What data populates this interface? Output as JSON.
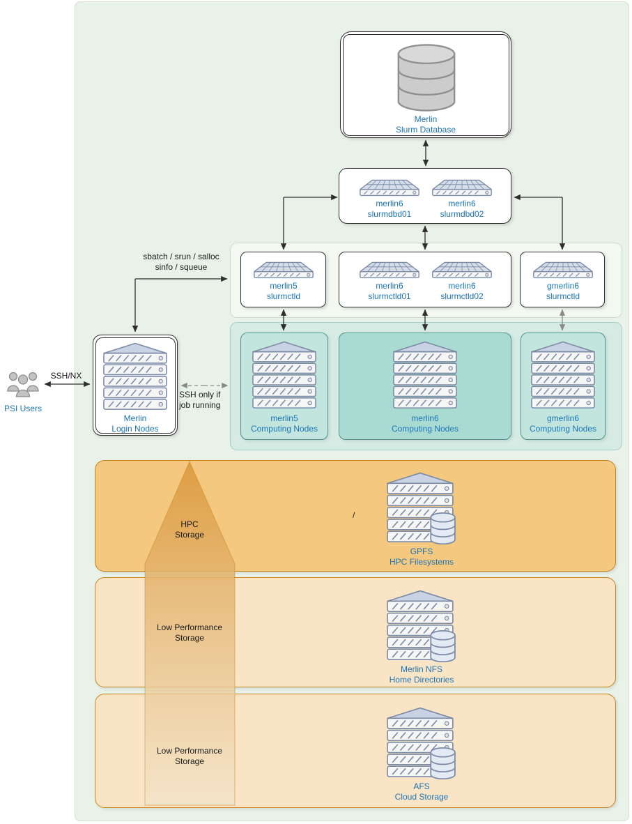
{
  "colors": {
    "background_green": "#e9f2e8",
    "node_label_blue": "#1c74b4",
    "computing_panel_fill": "#d7ebe5",
    "computing_box_fill": "#c2e5de",
    "computing_box_fill_center": "#a9dbd3",
    "computing_box_border": "#4d948c",
    "storage_border": "#c9841c",
    "storage_fill_hpc": "#f4c87e",
    "storage_fill_low": "#f9e4c5",
    "edge_black": "#2e2e2e",
    "edge_gray": "#8a8a8a",
    "arrow_gradient_top": "#dc9a3e",
    "arrow_gradient_bottom": "#f3e4ca"
  },
  "icons": {
    "database": "database-cylinder",
    "rack_server": "1u-rack-server",
    "server_stack": "server-stack",
    "server_stack_db": "server-stack-with-disk",
    "users": "user-group"
  },
  "nodes": {
    "slurm_database": {
      "line1": "Merlin",
      "line2": "Slurm Database"
    },
    "slurmdbd01": {
      "line1": "merlin6",
      "line2": "slurmdbd01"
    },
    "slurmdbd02": {
      "line1": "merlin6",
      "line2": "slurmdbd02"
    },
    "merlin5_slurmctld": {
      "line1": "merlin5",
      "line2": "slurmctld"
    },
    "merlin6_slurmctld01": {
      "line1": "merlin6",
      "line2": "slurmctld01"
    },
    "merlin6_slurmctld02": {
      "line1": "merlin6",
      "line2": "slurmctld02"
    },
    "gmerlin6_slurmctld": {
      "line1": "gmerlin6",
      "line2": "slurmctld"
    },
    "merlin5_computing": {
      "line1": "merlin5",
      "line2": "Computing Nodes"
    },
    "merlin6_computing": {
      "line1": "merlin6",
      "line2": "Computing Nodes"
    },
    "gmerlin6_computing": {
      "line1": "gmerlin6",
      "line2": "Computing Nodes"
    },
    "login": {
      "line1": "Merlin",
      "line2": "Login Nodes"
    },
    "psi_users": {
      "label": "PSI Users"
    }
  },
  "edges": {
    "ssh_nx": "SSH/NX",
    "scheduler_cmds_line1": "sbatch / srun / salloc",
    "scheduler_cmds_line2": "sinfo / squeue",
    "ssh_only_line1": "SSH only if",
    "ssh_only_line2": "job running"
  },
  "storage": {
    "gpfs": {
      "line1": "GPFS",
      "line2": "HPC Filesystems",
      "mount_point": "/"
    },
    "nfs": {
      "line1": "Merlin NFS",
      "line2": "Home Directories"
    },
    "afs": {
      "line1": "AFS",
      "line2": "Cloud Storage"
    },
    "arrow": {
      "hpc": {
        "line1": "HPC",
        "line2": "Storage"
      },
      "low1": {
        "line1": "Low Performance",
        "line2": "Storage"
      },
      "low2": {
        "line1": "Low Performance",
        "line2": "Storage"
      }
    }
  }
}
